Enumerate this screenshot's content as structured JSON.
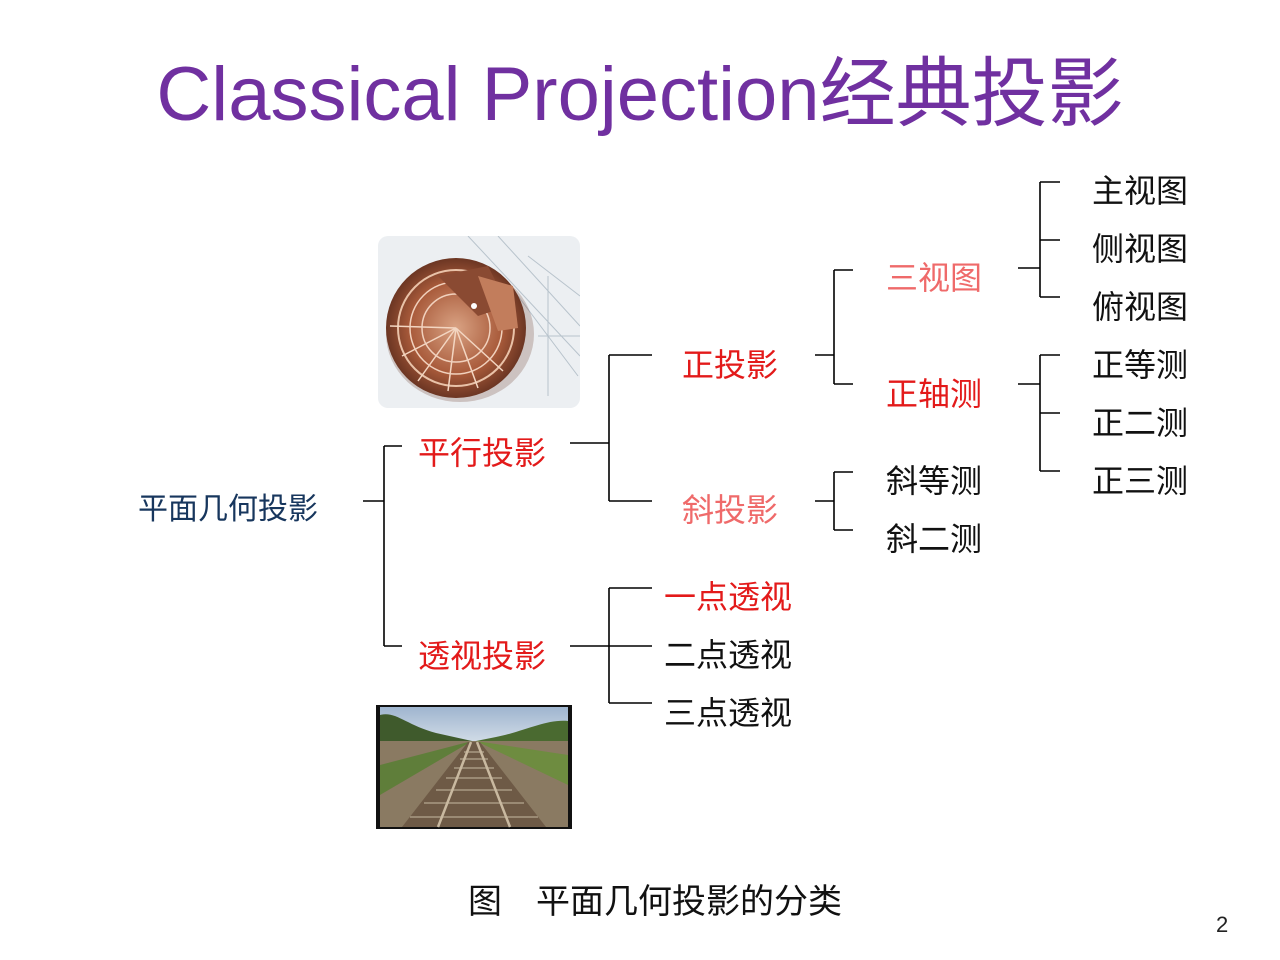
{
  "title": "Classical Projection经典投影",
  "root": "平面几何投影",
  "parallel": {
    "label": "平行投影",
    "orthographic": {
      "label": "正投影",
      "three_view": {
        "label": "三视图",
        "children": [
          "主视图",
          "侧视图",
          "俯视图"
        ]
      },
      "axonometric": {
        "label": "正轴测",
        "children": [
          "正等测",
          "正二测",
          "正三测"
        ]
      }
    },
    "oblique": {
      "label": "斜投影",
      "children": [
        "斜等测",
        "斜二测"
      ]
    }
  },
  "perspective": {
    "label": "透视投影",
    "children": [
      "一点透视",
      "二点透视",
      "三点透视"
    ]
  },
  "caption": "图　平面几何投影的分类",
  "page_number": "2",
  "colors": {
    "title": "#7030a0",
    "root": "#17365d",
    "highlight": "#e31a1a",
    "secondary": "#ef6a6a"
  }
}
